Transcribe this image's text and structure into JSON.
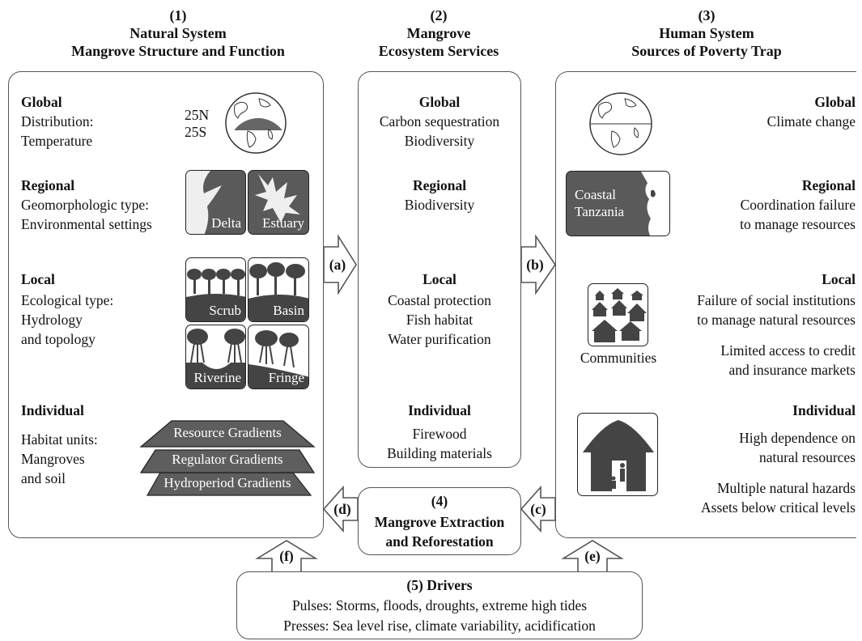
{
  "headers": {
    "natural": {
      "num": "(1)",
      "line1": "Natural System",
      "line2": "Mangrove Structure and Function"
    },
    "services": {
      "num": "(2)",
      "line1": "Mangrove",
      "line2": "Ecosystem Services"
    },
    "human": {
      "num": "(3)",
      "line1": "Human System",
      "line2": "Sources of Poverty Trap"
    }
  },
  "natural": {
    "global": {
      "title": "Global",
      "l1": "Distribution:",
      "l2": "Temperature",
      "lat_n": "25N",
      "lat_s": "25S"
    },
    "regional": {
      "title": "Regional",
      "l1": "Geomorphologic type:",
      "l2": "Environmental settings",
      "tile1": "Delta",
      "tile2": "Estuary"
    },
    "local": {
      "title": "Local",
      "l1": "Ecological type:",
      "l2": "Hydrology",
      "l3": "and topology",
      "tile1": "Scrub",
      "tile2": "Basin",
      "tile3": "Riverine",
      "tile4": "Fringe"
    },
    "individual": {
      "title": "Individual",
      "l1": "Habitat units:",
      "l2": "Mangroves",
      "l3": "and soil",
      "g1": "Resource Gradients",
      "g2": "Regulator Gradients",
      "g3": "Hydroperiod Gradients"
    }
  },
  "services": {
    "global": {
      "title": "Global",
      "l1": "Carbon sequestration",
      "l2": "Biodiversity"
    },
    "regional": {
      "title": "Regional",
      "l1": "Biodiversity"
    },
    "local": {
      "title": "Local",
      "l1": "Coastal protection",
      "l2": "Fish habitat",
      "l3": "Water purification"
    },
    "individual": {
      "title": "Individual",
      "l1": "Firewood",
      "l2": "Building materials"
    }
  },
  "human": {
    "global": {
      "title": "Global",
      "l1": "Climate change"
    },
    "regional": {
      "title": "Regional",
      "l1": "Coordination failure",
      "l2": "to manage resources",
      "tile_l1": "Coastal",
      "tile_l2": "Tanzania"
    },
    "local": {
      "title": "Local",
      "l1": "Failure of social institutions",
      "l2": "to manage natural resources",
      "l3": "Limited access to credit",
      "l4": "and insurance markets",
      "communities": "Communities"
    },
    "individual": {
      "title": "Individual",
      "l1": "High dependence on",
      "l2": "natural resources",
      "l3": "Multiple natural hazards",
      "l4": "Assets below critical levels"
    }
  },
  "extraction": {
    "num": "(4)",
    "l1": "Mangrove Extraction",
    "l2": "and Reforestation"
  },
  "drivers": {
    "title": "(5) Drivers",
    "l1": "Pulses: Storms, floods, droughts, extreme high tides",
    "l2": "Presses: Sea level rise, climate variability, acidification"
  },
  "arrows": {
    "a": "(a)",
    "b": "(b)",
    "c": "(c)",
    "d": "(d)",
    "e": "(e)",
    "f": "(f)"
  }
}
